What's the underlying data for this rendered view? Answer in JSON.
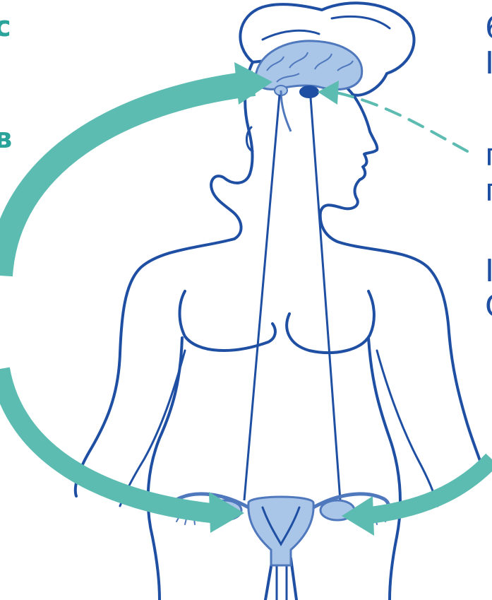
{
  "text_fragments": {
    "left": [
      "с",
      "в"
    ],
    "right": [
      "6",
      "І",
      "г",
      "г",
      "І",
      "С"
    ]
  },
  "colors": {
    "outline": "#1f4fa3",
    "organ_fill": "#a9c5e8",
    "organ_stroke": "#4f78bd",
    "arrow": "#5cbcb1",
    "fragment_teal": "#2aa39a",
    "fragment_blue": "#1f4fa3"
  }
}
